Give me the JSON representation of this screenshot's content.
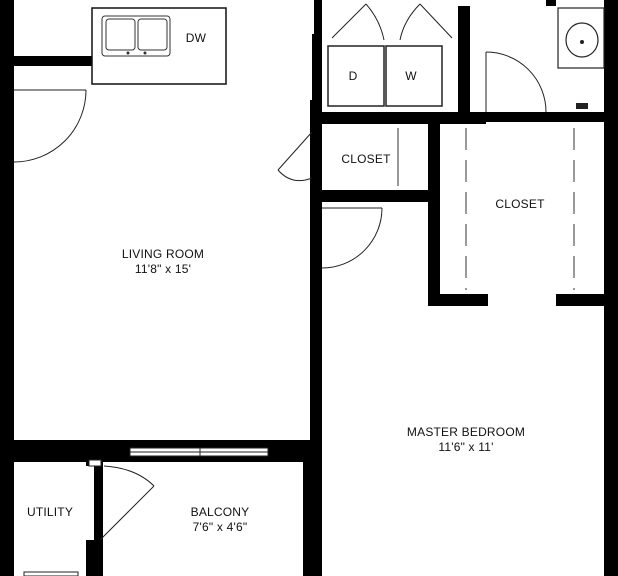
{
  "plan": {
    "rooms": {
      "living_room": {
        "name": "LIVING ROOM",
        "dims": "11'8\" x 15'"
      },
      "master_bedroom": {
        "name": "MASTER BEDROOM",
        "dims": "11'6\" x 11'"
      },
      "balcony": {
        "name": "BALCONY",
        "dims": "7'6\" x 4'6\""
      },
      "utility": {
        "name": "UTILITY"
      },
      "closet_small": {
        "name": "CLOSET"
      },
      "closet_master": {
        "name": "CLOSET"
      }
    },
    "appliances": {
      "dishwasher": "DW",
      "dryer": "D",
      "washer": "W"
    },
    "colors": {
      "wall": "#000000",
      "floor": "#ffffff",
      "fixture_line": "#222222"
    }
  }
}
